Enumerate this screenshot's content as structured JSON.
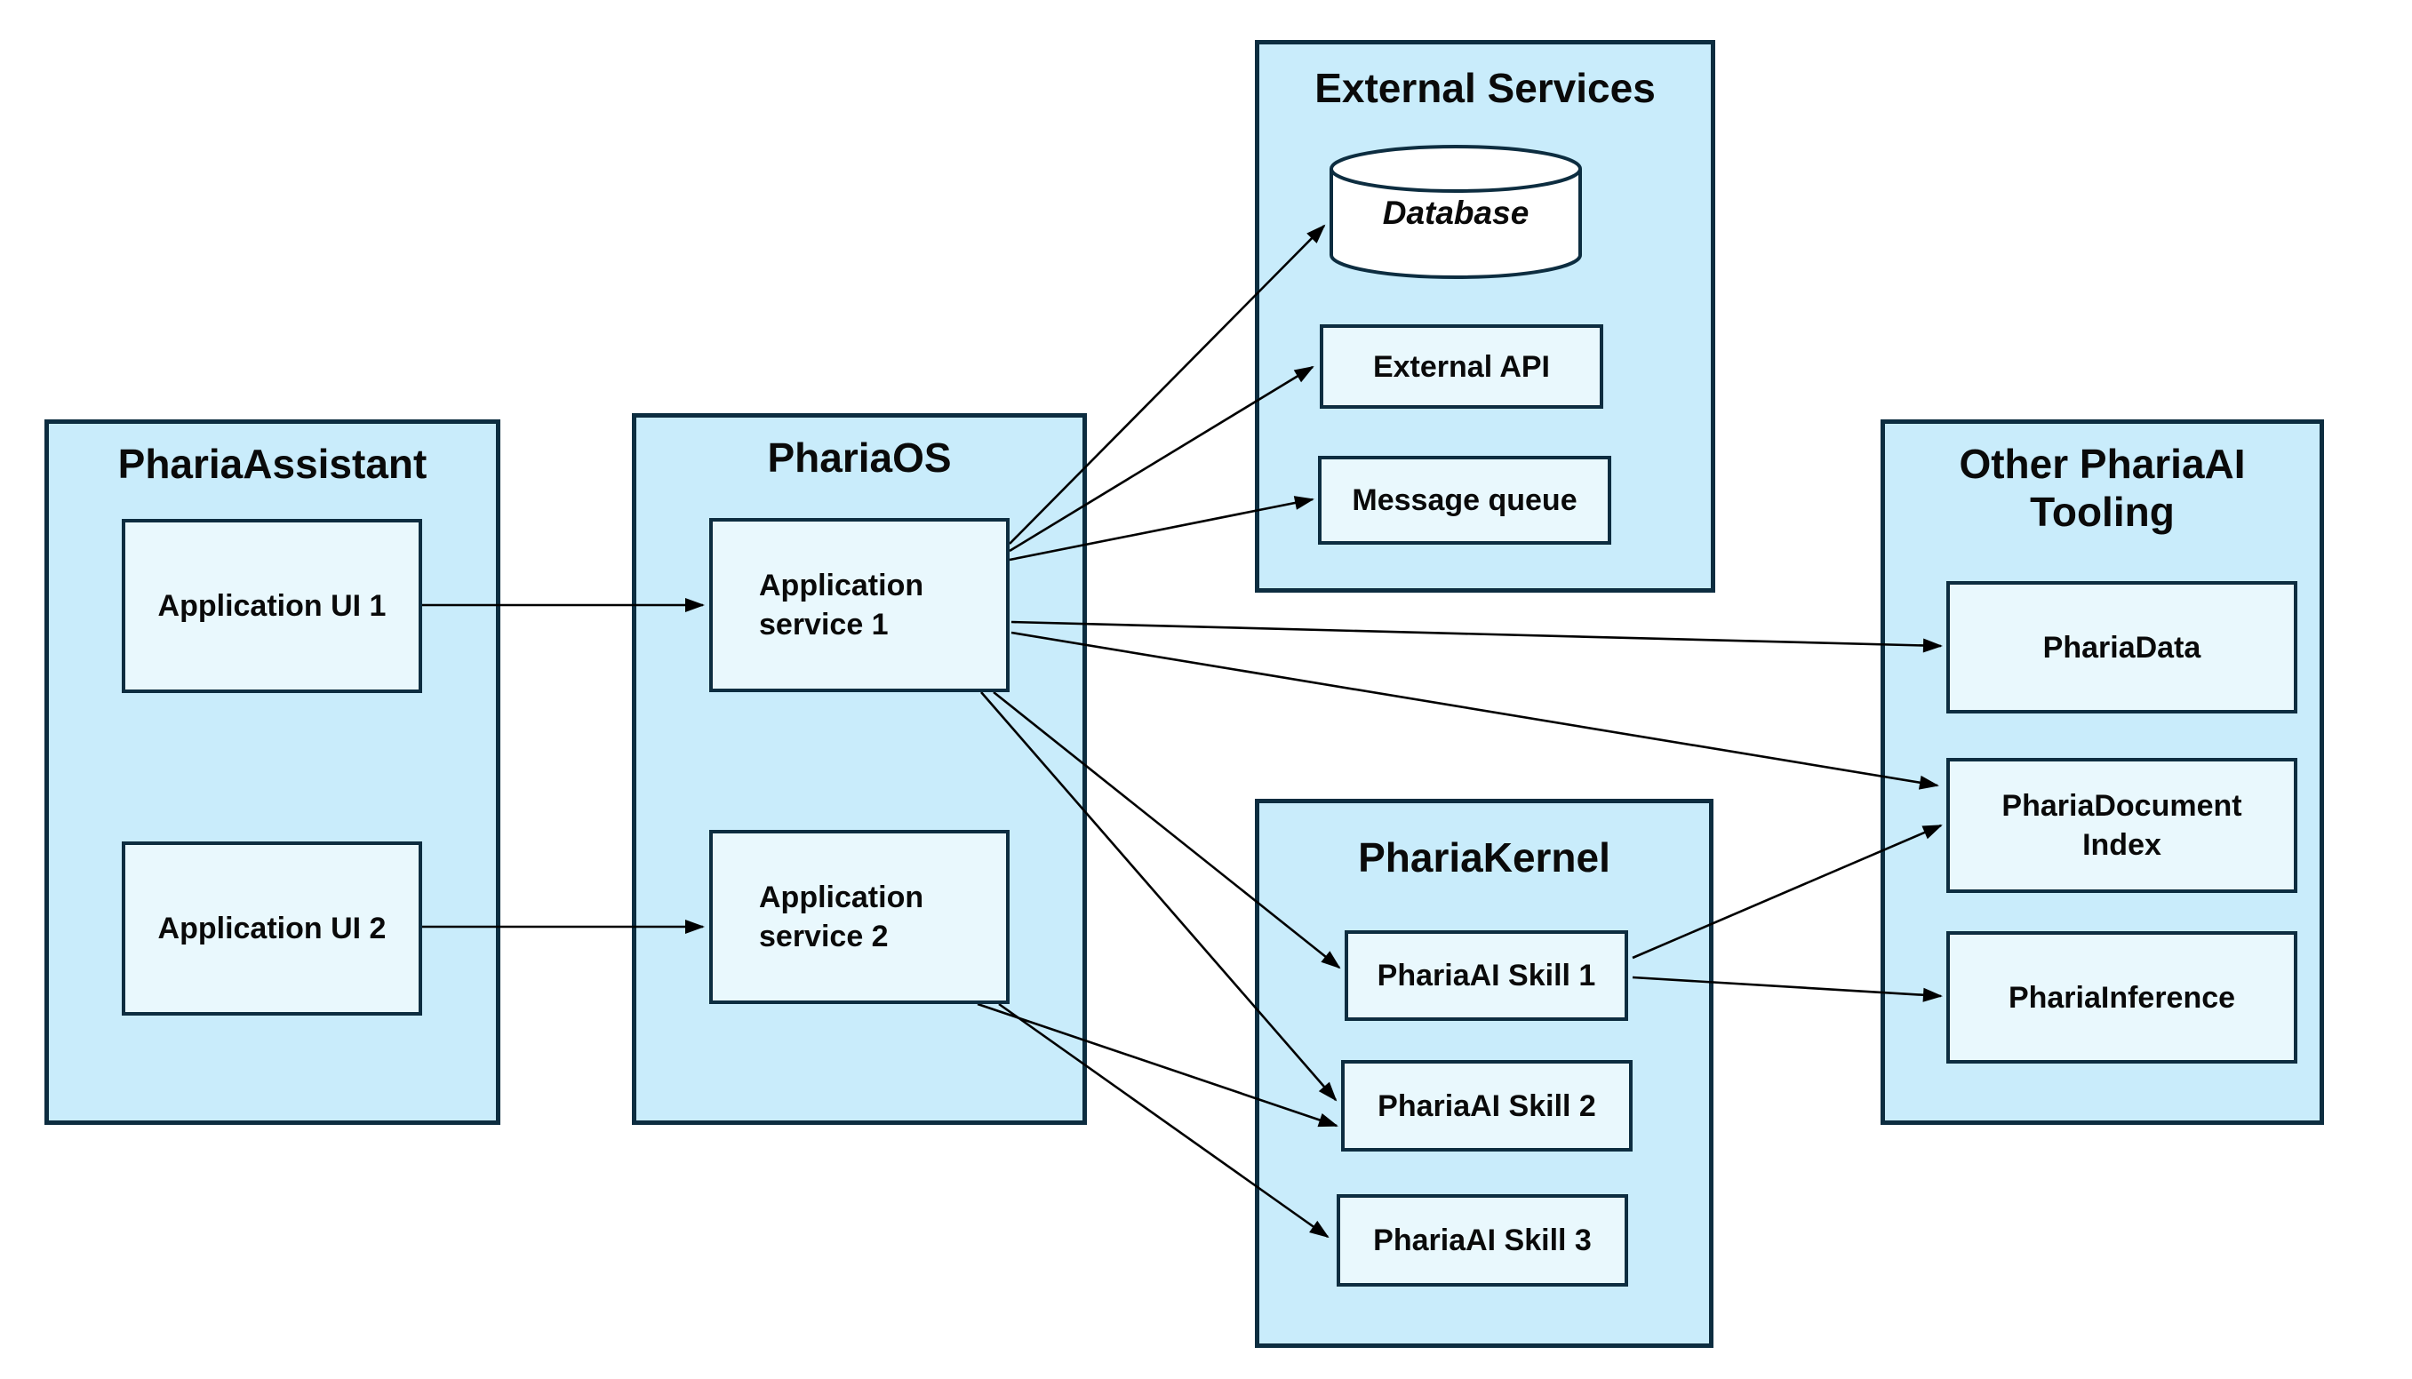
{
  "colors": {
    "container_fill": "#c9ecfb",
    "node_fill": "#e9f8fd",
    "border": "#0d2d40",
    "arrow": "#000000",
    "cylinder_fill": "#ffffff",
    "text": "#0a0a0a",
    "page_background": "#ffffff"
  },
  "diagram": {
    "pharia_assistant": {
      "title": "PhariaAssistant",
      "ui1": "Application UI 1",
      "ui2": "Application UI 2"
    },
    "pharia_os": {
      "title": "PhariaOS",
      "service1": "Application service 1",
      "service2": "Application service 2"
    },
    "external_services": {
      "title": "External Services",
      "database": "Database",
      "external_api": "External API",
      "message_queue": "Message queue"
    },
    "pharia_kernel": {
      "title": "PhariaKernel",
      "skill1": "PhariaAI Skill 1",
      "skill2": "PhariaAI Skill 2",
      "skill3": "PhariaAI Skill 3"
    },
    "other_tooling": {
      "title": "Other PhariaAI Tooling",
      "pharia_data": "PhariaData",
      "pharia_document_index": "PhariaDocument Index",
      "pharia_inference": "PhariaInference"
    },
    "edges": [
      {
        "from": "Application UI 1",
        "to": "Application service 1"
      },
      {
        "from": "Application UI 2",
        "to": "Application service 2"
      },
      {
        "from": "Application service 1",
        "to": "Database"
      },
      {
        "from": "Application service 1",
        "to": "External API"
      },
      {
        "from": "Application service 1",
        "to": "Message queue"
      },
      {
        "from": "Application service 1",
        "to": "PhariaData"
      },
      {
        "from": "Application service 1",
        "to": "PhariaDocument Index"
      },
      {
        "from": "Application service 1",
        "to": "PhariaAI Skill 1"
      },
      {
        "from": "Application service 1",
        "to": "PhariaAI Skill 2"
      },
      {
        "from": "Application service 2",
        "to": "PhariaAI Skill 2"
      },
      {
        "from": "Application service 2",
        "to": "PhariaAI Skill 3"
      },
      {
        "from": "PhariaAI Skill 1",
        "to": "PhariaDocument Index"
      },
      {
        "from": "PhariaAI Skill 1",
        "to": "PhariaInference"
      }
    ]
  }
}
